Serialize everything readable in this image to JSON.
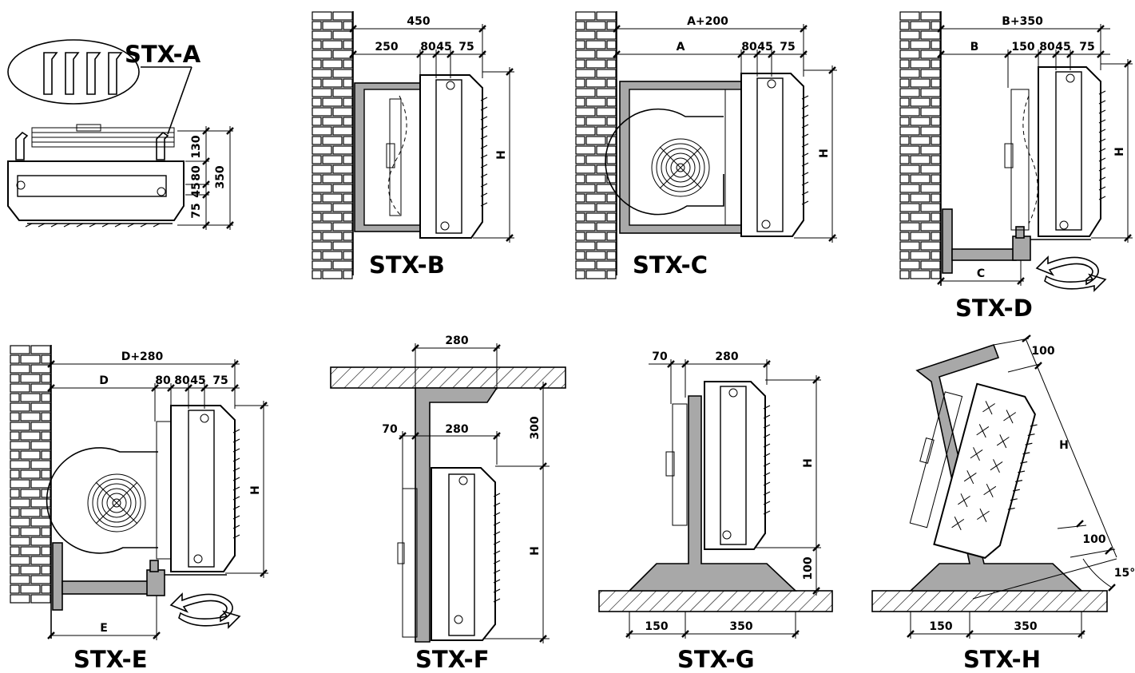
{
  "models": {
    "a": "STX-A",
    "b": "STX-B",
    "c": "STX-C",
    "d": "STX-D",
    "e": "STX-E",
    "f": "STX-F",
    "g": "STX-G",
    "h": "STX-H"
  },
  "dims": {
    "a": {
      "v130": "130",
      "v80": "80",
      "v45": "45",
      "v75": "75",
      "v350": "350"
    },
    "b": {
      "total": "450",
      "depth": "250",
      "v80": "80",
      "v45": "45",
      "v75": "75",
      "h": "H"
    },
    "c": {
      "total": "A+200",
      "depth": "A",
      "v80": "80",
      "v45": "45",
      "v75": "75",
      "h": "H"
    },
    "d": {
      "total": "B+350",
      "depth": "B",
      "v150": "150",
      "v80": "80",
      "v45": "45",
      "v75": "75",
      "h": "H",
      "arm": "C"
    },
    "e": {
      "total": "D+280",
      "depth": "D",
      "v80a": "80",
      "v80b": "80",
      "v45": "45",
      "v75": "75",
      "h": "H",
      "arm": "E"
    },
    "f": {
      "top": "280",
      "v70": "70",
      "mid": "280",
      "v300": "300",
      "h": "H"
    },
    "g": {
      "v70": "70",
      "top": "280",
      "h": "H",
      "v100": "100",
      "base1": "150",
      "base2": "350"
    },
    "h": {
      "top": "100",
      "h": "H",
      "bottom": "100",
      "angle": "15°",
      "base1": "150",
      "base2": "350"
    }
  }
}
